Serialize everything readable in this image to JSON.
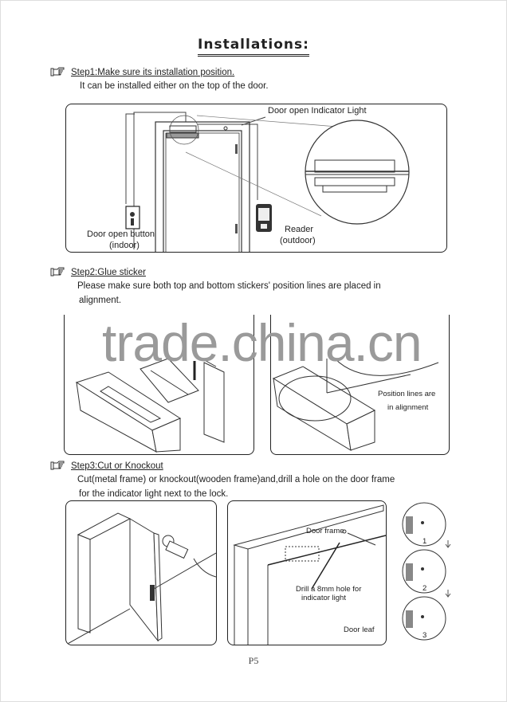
{
  "title": "Installations:",
  "steps": [
    {
      "heading": "Step1:Make sure its installation position.",
      "description": [
        "It can be installed either on the top of the door."
      ],
      "labels": {
        "indicator": "Door open Indicator Light",
        "button_line1": "Door open button",
        "button_line2": "(indoor)",
        "reader_line1": "Reader",
        "reader_line2": "(outdoor)"
      }
    },
    {
      "heading": "Step2:Glue sticker",
      "description": [
        "Please make sure both top and bottom stickers' position lines are placed in",
        "alignment."
      ],
      "labels": {
        "position_line1": "Position lines are",
        "position_line2": "in alignment"
      }
    },
    {
      "heading": "Step3:Cut or Knockout",
      "description": [
        "Cut(metal frame) or knockout(wooden frame)and,drill a hole on the door frame",
        "for the indicator light next to the lock."
      ],
      "labels": {
        "door_frame": "Door frame",
        "drill_line1": "Drill a 8mm hole for",
        "drill_line2": "indicator light",
        "door_leaf": "Door leaf",
        "sequence": [
          "1",
          "2",
          "3"
        ]
      }
    }
  ],
  "watermark": "trade.china.cn",
  "footer": {
    "page": "P5"
  },
  "icons": {
    "step_marker": "pointing-hand-icon"
  }
}
